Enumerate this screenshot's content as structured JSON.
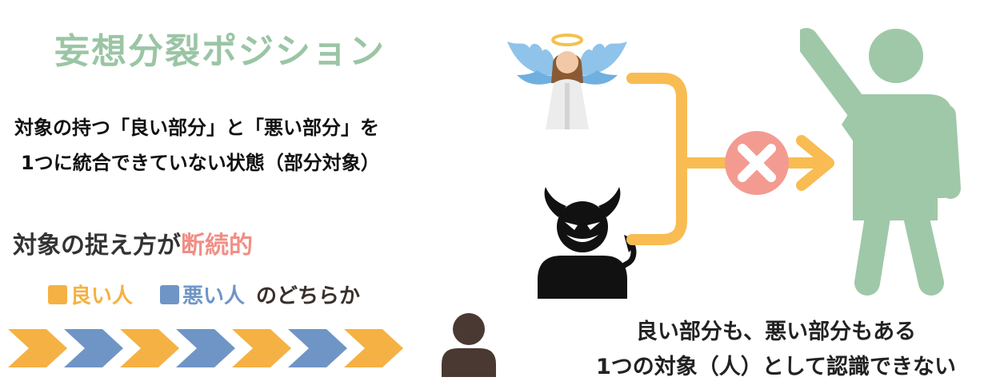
{
  "title": "妄想分裂ポジション",
  "description": {
    "line1": "対象の持つ「良い部分」と「悪い部分」を",
    "line2": "1つに統合できていない状態（部分対象）"
  },
  "grasp": {
    "prefix": "対象の捉え方が",
    "accent": "断続的"
  },
  "legend": {
    "good": "良い人",
    "bad": "悪い人",
    "suffix": "のどちらか"
  },
  "caption": {
    "line1": "良い部分も、悪い部分もある",
    "line2": "1つの対象（人）として認識できない"
  },
  "colors": {
    "title_green": "#9bc5a5",
    "accent_pink": "#f08f86",
    "good_orange": "#f5b143",
    "bad_blue": "#6f95c6",
    "figure_green": "#9fc8a8",
    "cross_red": "#f39b91",
    "user_brown": "#4a3833"
  },
  "chevron_sequence": [
    "good",
    "bad",
    "good",
    "bad",
    "good",
    "bad",
    "good"
  ],
  "icons": [
    "angel-icon",
    "devil-icon",
    "cross-icon",
    "arrow-icon",
    "standing-person-icon",
    "user-icon"
  ]
}
